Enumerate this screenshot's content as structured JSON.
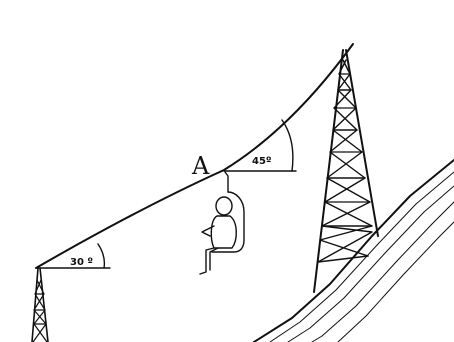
{
  "diagram": {
    "point_label": "A",
    "angle_left": "30 º",
    "angle_right": "45º"
  },
  "colors": {
    "ink": "#111111",
    "background": "#ffffff"
  }
}
